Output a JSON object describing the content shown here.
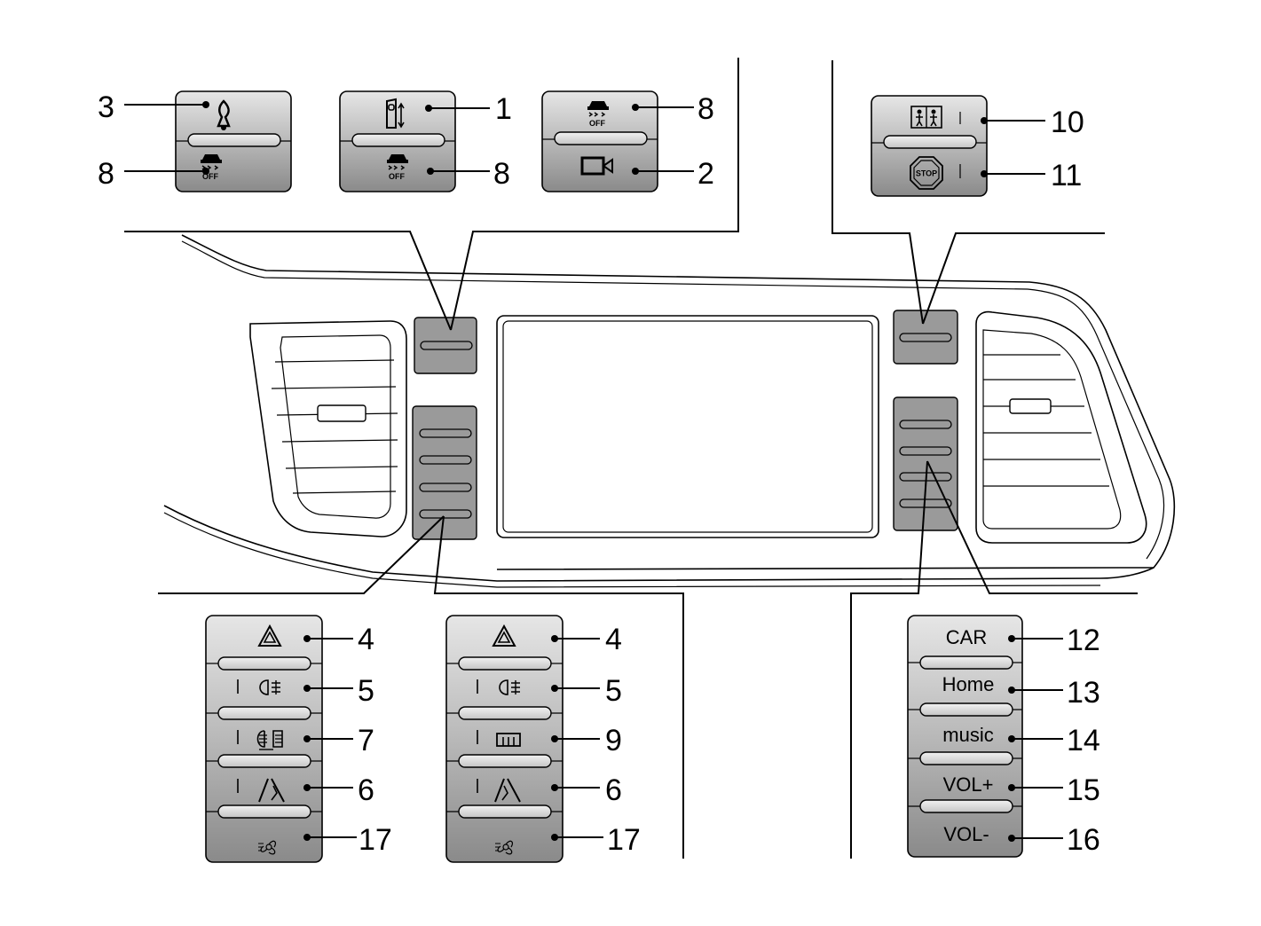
{
  "callouts": {
    "c3": "3",
    "c8a": "8",
    "c1": "1",
    "c8b": "8",
    "c8c": "8",
    "c2": "2",
    "c10": "10",
    "c11": "11",
    "l4": "4",
    "l5": "5",
    "l7": "7",
    "l6": "6",
    "l17": "17",
    "m4": "4",
    "m5": "5",
    "m9": "9",
    "m6": "6",
    "m17": "17",
    "c12": "12",
    "c13": "13",
    "c14": "14",
    "c15": "15",
    "c16": "16"
  },
  "media_keys": {
    "car": "CAR",
    "home": "Home",
    "music": "music",
    "volup": "VOL+",
    "voldown": "VOL-"
  },
  "icon_text": {
    "off": "OFF",
    "stop": "STOP"
  },
  "colors": {
    "panel_dark": "#8c8c8c",
    "panel_light": "#e2e2e2",
    "bezel": "#9a9a9a"
  }
}
